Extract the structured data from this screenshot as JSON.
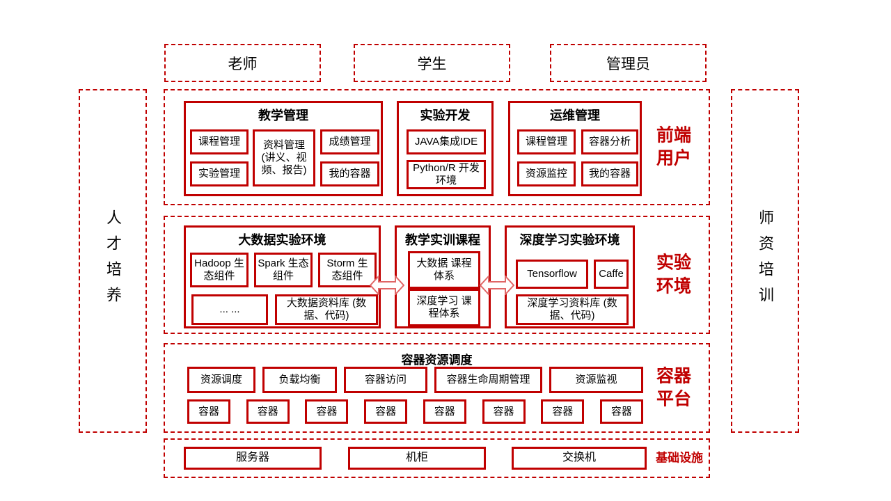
{
  "colors": {
    "accent_red": "#c00000",
    "arrow_red": "#e06666",
    "text": "#000000",
    "background": "#ffffff"
  },
  "personas": [
    "老师",
    "学生",
    "管理员"
  ],
  "rails": {
    "left": "人才培养",
    "right": "师资培训"
  },
  "frontend": {
    "label": "前端用户",
    "teaching": {
      "title": "教学管理",
      "course": "课程管理",
      "experiment": "实验管理",
      "material": "资料管理 (讲义、视频、报告)",
      "grade": "成绩管理",
      "my_container": "我的容器"
    },
    "dev": {
      "title": "实验开发",
      "java": "JAVA集成IDE",
      "python": "Python/R 开发环境"
    },
    "ops": {
      "title": "运维管理",
      "course": "课程管理",
      "analysis": "容器分析",
      "monitor": "资源监控",
      "my_container": "我的容器"
    }
  },
  "lab": {
    "label": "实验环境",
    "bigdata": {
      "title": "大数据实验环境",
      "hadoop": "Hadoop 生态组件",
      "spark": "Spark 生态组件",
      "storm": "Storm 生态组件",
      "ellipsis": "... ...",
      "repo": "大数据资料库 (数据、代码)"
    },
    "courses": {
      "title": "教学实训课程",
      "bigdata_course": "大数据 课程体系",
      "dl_course": "深度学习 课程体系"
    },
    "dl": {
      "title": "深度学习实验环境",
      "tensorflow": "Tensorflow",
      "caffe": "Caffe",
      "repo": "深度学习资料库 (数据、代码)"
    }
  },
  "platform": {
    "label": "容器平台",
    "title": "容器资源调度",
    "functions": [
      "资源调度",
      "负载均衡",
      "容器访问",
      "容器生命周期管理",
      "资源监视"
    ],
    "container_label": "容器",
    "container_count": 8
  },
  "infra": {
    "label": "基础设施",
    "items": [
      "服务器",
      "机柜",
      "交换机"
    ]
  }
}
